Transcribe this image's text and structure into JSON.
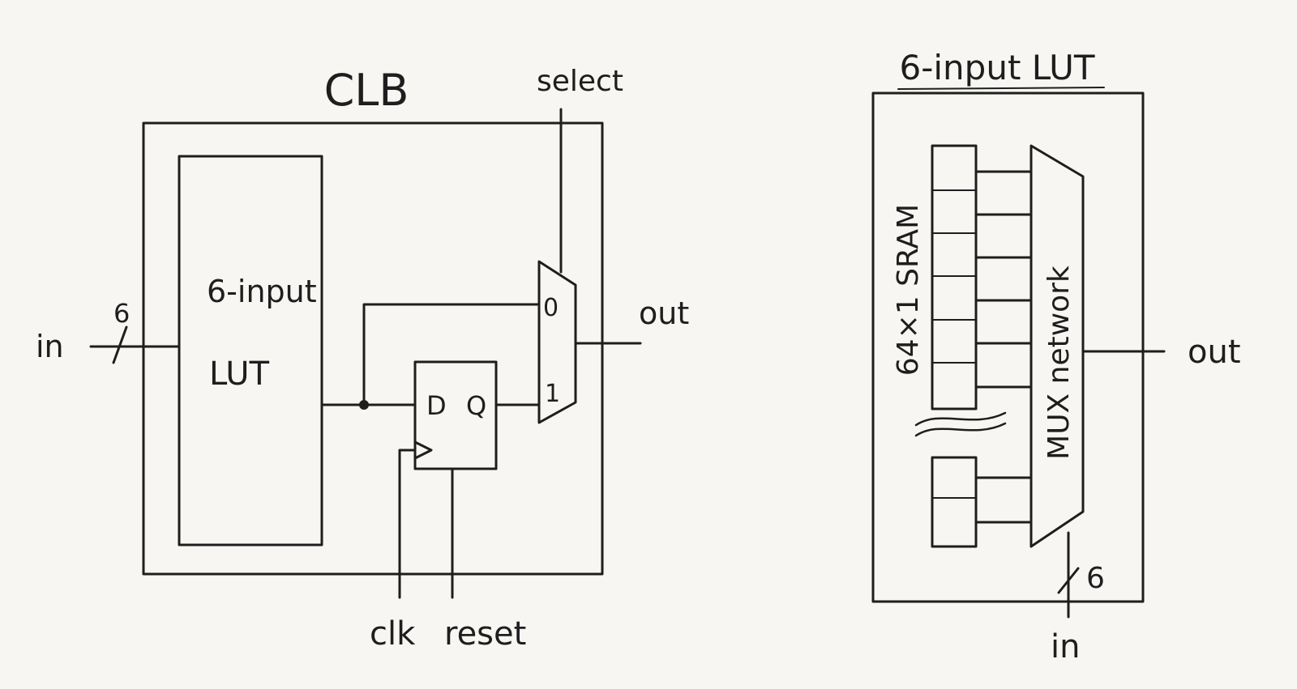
{
  "clb": {
    "title": "CLB",
    "select_label": "select",
    "lut_line1": "6-input",
    "lut_line2": "LUT",
    "in_label": "in",
    "bus_width": "6",
    "out_label": "out",
    "mux_input_0": "0",
    "mux_input_1": "1",
    "ff_d": "D",
    "ff_q": "Q",
    "clk_label": "clk",
    "reset_label": "reset"
  },
  "lut": {
    "title": "6-input LUT",
    "sram_label": "64×1 SRAM",
    "mux_label": "MUX network",
    "out_label": "out",
    "in_label": "in",
    "bus_width": "6"
  },
  "colors": {
    "ink": "#1e1e1e",
    "paper": "#f7f6f3"
  }
}
